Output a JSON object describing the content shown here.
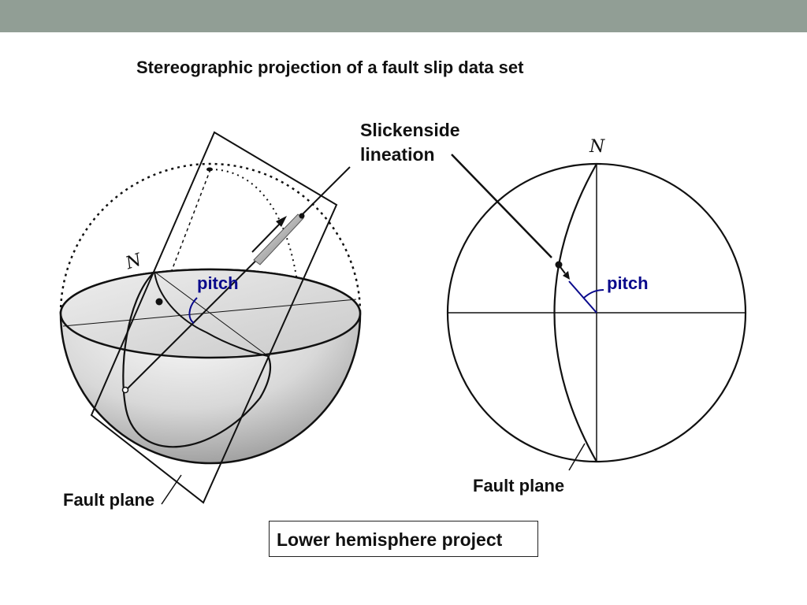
{
  "title": "Stereographic projection of a fault slip data set",
  "labels": {
    "slickenside_line1": "Slickenside",
    "slickenside_line2": "lineation",
    "pitch_left": "pitch",
    "pitch_right": "pitch",
    "north_left": "N",
    "north_right": "N",
    "fault_plane_left": "Fault plane",
    "fault_plane_right": "Fault plane"
  },
  "caption": "Lower hemisphere project",
  "colors": {
    "header_bar": "#919e95",
    "pitch_label": "#0a0a8c",
    "pitch_arc": "#0a0a8c",
    "line": "#111111"
  }
}
